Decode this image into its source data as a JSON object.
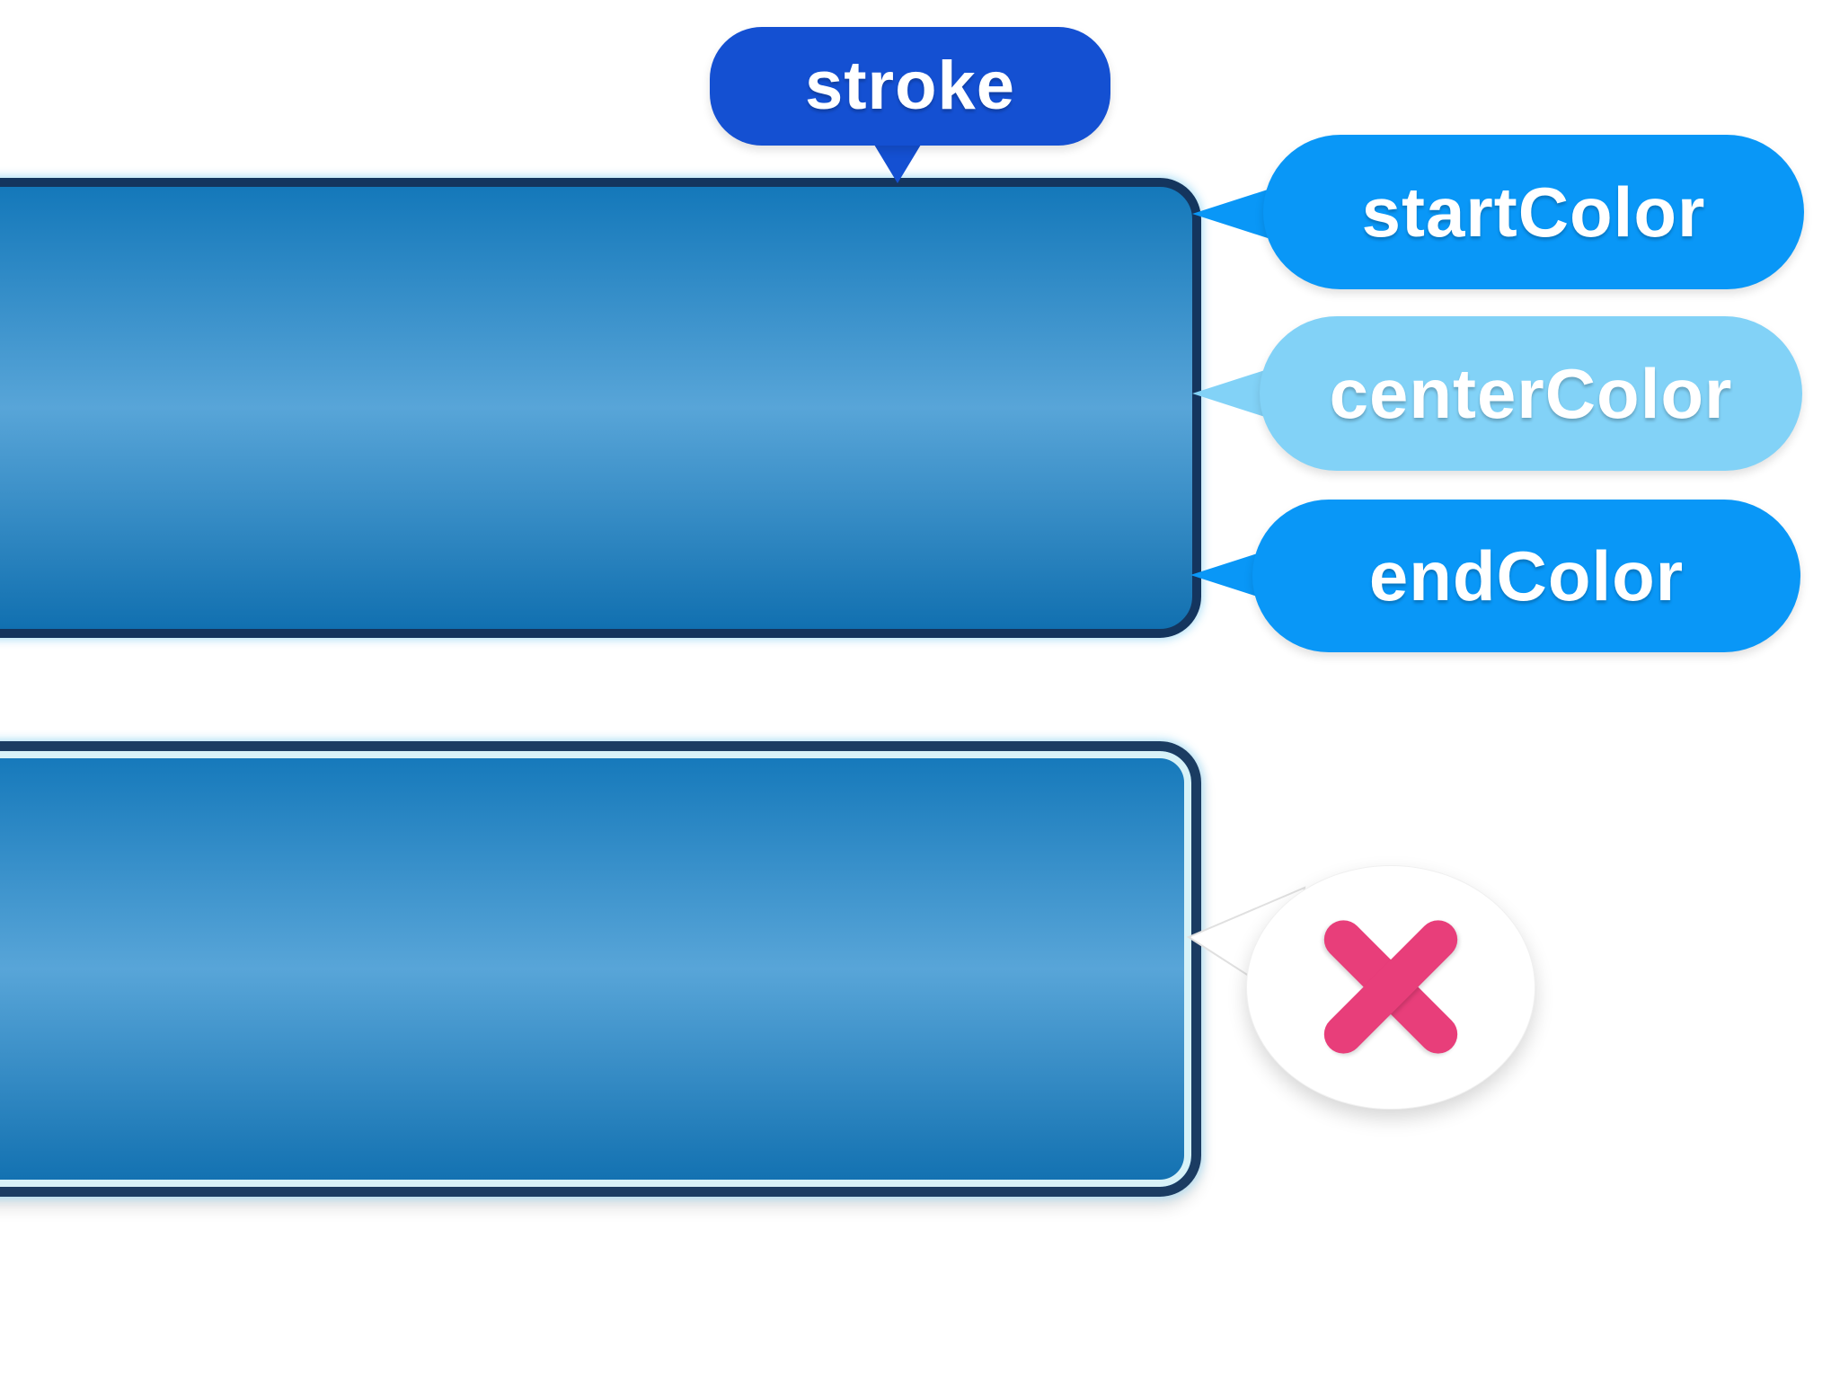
{
  "background_color": "#ffffff",
  "callouts": {
    "stroke": {
      "label": "stroke",
      "bubble_color": "#1450d2",
      "text_color": "#ffffff"
    },
    "startColor": {
      "label": "startColor",
      "bubble_color": "#0997f7",
      "text_color": "#ffffff"
    },
    "centerColor": {
      "label": "centerColor",
      "bubble_color": "#82d2f7",
      "text_color": "#ffffff"
    },
    "endColor": {
      "label": "endColor",
      "bubble_color": "#0997f7",
      "text_color": "#ffffff"
    }
  },
  "buttons": {
    "top": {
      "stroke_color": "#14355e",
      "gradient": {
        "startColor": "#1478ba",
        "centerColor": "#58a5d8",
        "endColor": "#1170b0"
      }
    },
    "bottom": {
      "stroke_color": "#1b3c62",
      "inner_rim_color": "#d7f2f8",
      "gradient": {
        "startColor": "#1478ba",
        "centerColor": "#58a5d8",
        "endColor": "#1170b0"
      }
    }
  },
  "error_marker": {
    "symbol": "×",
    "color": "#e83e7a"
  }
}
